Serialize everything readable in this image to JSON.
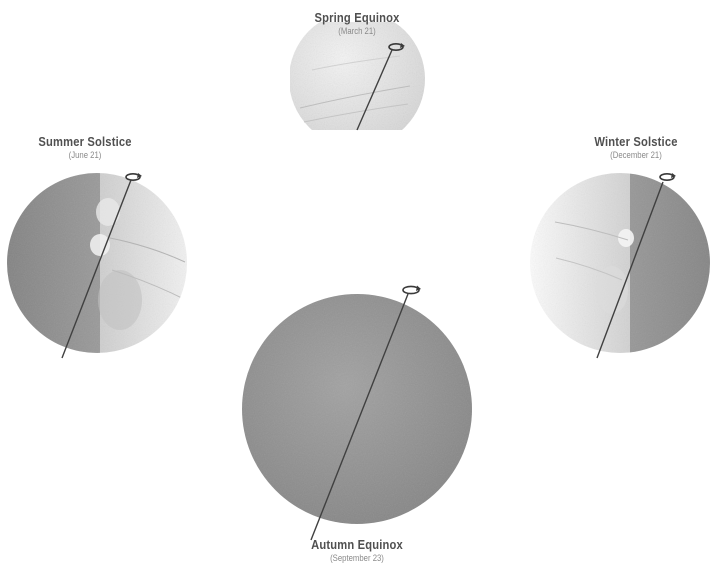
{
  "seasons": {
    "spring": {
      "title": "Spring Equinox",
      "date": "(March 21)"
    },
    "summer": {
      "title": "Summer Solstice",
      "date": "(June 21)"
    },
    "winter": {
      "title": "Winter Solstice",
      "date": "(December 21)"
    },
    "autumn": {
      "title": "Autumn Equinox",
      "date": "(September 23)"
    }
  },
  "icons": {
    "globe": "earth-globe-icon",
    "rotation": "rotation-arrow-icon",
    "axis": "earth-axis-line"
  },
  "colors": {
    "background": "#ffffff",
    "night_side": "#8d8d8d",
    "day_side": "#e6e6e6",
    "axis": "#404040",
    "text": "#505050"
  }
}
